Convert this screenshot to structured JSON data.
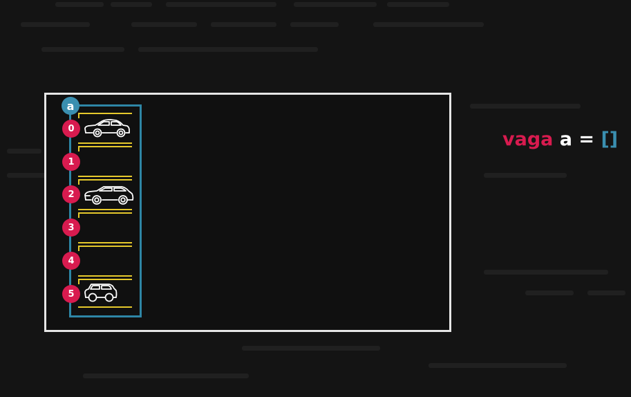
{
  "variable": {
    "name": "a"
  },
  "slots": [
    {
      "index": "0",
      "vehicle": "sedan"
    },
    {
      "index": "1",
      "vehicle": ""
    },
    {
      "index": "2",
      "vehicle": "hatchback"
    },
    {
      "index": "3",
      "vehicle": ""
    },
    {
      "index": "4",
      "vehicle": ""
    },
    {
      "index": "5",
      "vehicle": "small-car"
    }
  ],
  "code": {
    "keyword": "vaga",
    "identifier": "a",
    "operator": "=",
    "value": "[]"
  },
  "colors": {
    "background": "#141414",
    "frame": "#e6e6e6",
    "array_box": "#2e86a6",
    "slot_lines": "#e6c92c",
    "index_badge": "#d81b4f",
    "variable_badge": "#3a8fb0",
    "keyword": "#d81b4f",
    "bracket": "#3a8fb0"
  }
}
